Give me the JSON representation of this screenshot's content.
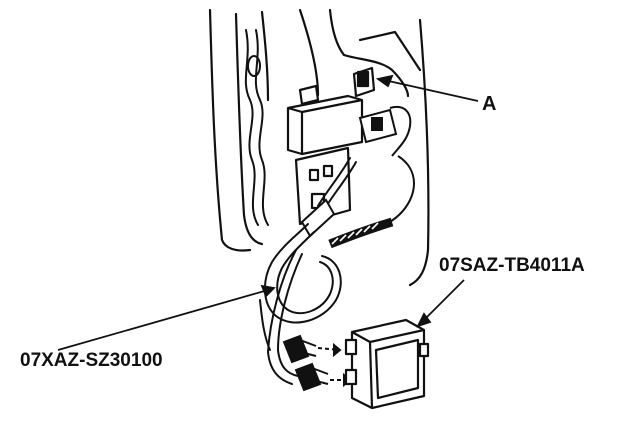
{
  "callouts": {
    "a": "A",
    "tool": "07SAZ-TB4011A",
    "cable": "07XAZ-SZ30100"
  },
  "colors": {
    "ink": "#111111",
    "background": "#ffffff"
  }
}
